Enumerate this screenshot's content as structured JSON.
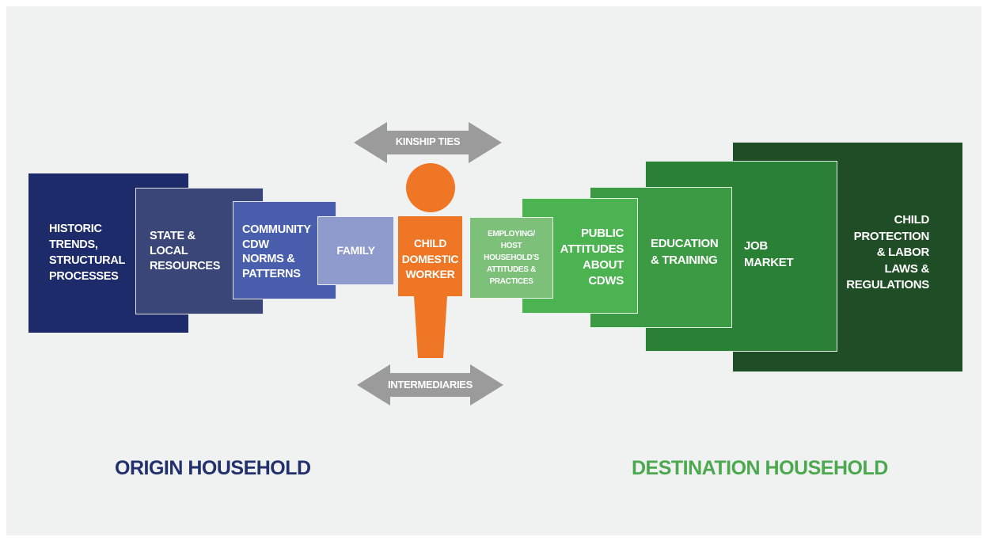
{
  "colors": {
    "navy": "#1d2b6b",
    "slate": "#3a4677",
    "blue": "#4a5eae",
    "lavender": "#8f9bcc",
    "orange": "#ef7624",
    "arrow_gray": "#9b9b9b",
    "light_green": "#7cc07a",
    "green": "#4bb34f",
    "mid_green": "#3b9a43",
    "dark_green": "#2a8035",
    "darkest_green": "#1f4d25",
    "origin_caption": "#22306b",
    "destination_caption": "#4ba84e"
  },
  "origin": {
    "caption": "ORIGIN HOUSEHOLD",
    "boxes": [
      {
        "id": "historic",
        "label": "HISTORIC\nTRENDS,\nSTRUCTURAL\nPROCESSES"
      },
      {
        "id": "state",
        "label": "STATE &\nLOCAL\nRESOURCES"
      },
      {
        "id": "community",
        "label": "COMMUNITY\nCDW\nNORMS &\nPATTERNS"
      },
      {
        "id": "family",
        "label": "FAMILY"
      }
    ]
  },
  "center": {
    "label": "CHILD\nDOMESTIC\nWORKER",
    "top_arrow": "KINSHIP TIES",
    "bottom_arrow": "INTERMEDIARIES"
  },
  "destination": {
    "caption": "DESTINATION HOUSEHOLD",
    "boxes": [
      {
        "id": "employing",
        "label": "EMPLOYING/\nHOST\nHOUSEHOLD'S\nATTITUDES &\nPRACTICES"
      },
      {
        "id": "public",
        "label": "PUBLIC\nATTITUDES\nABOUT\nCDWS"
      },
      {
        "id": "education",
        "label": "EDUCATION\n& TRAINING"
      },
      {
        "id": "job",
        "label": "JOB\nMARKET"
      },
      {
        "id": "protection",
        "label": "CHILD\nPROTECTION\n& LABOR\nLAWS &\nREGULATIONS"
      }
    ]
  }
}
